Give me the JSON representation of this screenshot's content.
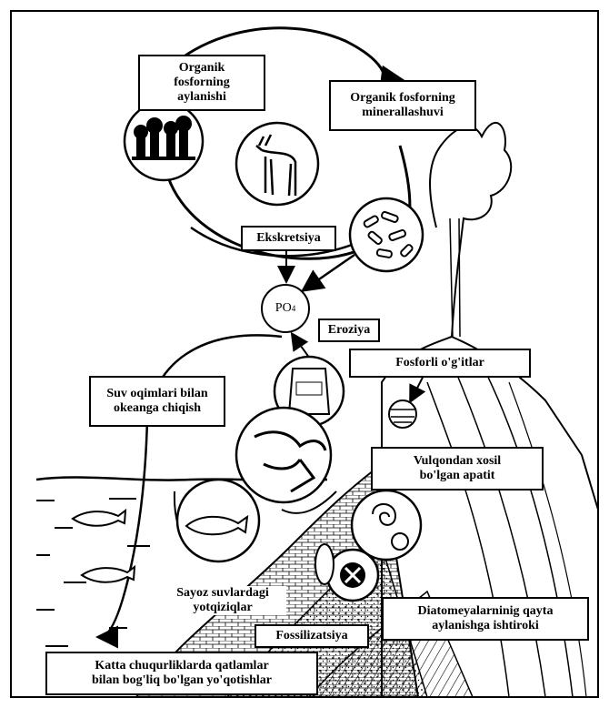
{
  "labels": {
    "organic_cycle": [
      "Organik",
      "fosforning",
      "aylanishi"
    ],
    "mineralization": [
      "Organik fosforning",
      "minerallashuvi"
    ],
    "excretion": "Ekskretsiya",
    "phosphate": "PO",
    "phosphate_sub": "4",
    "erosion": "Eroziya",
    "fertilizers": "Fosforli o'g'itlar",
    "to_ocean": [
      "Suv oqimlari bilan",
      "okeanga chiqish"
    ],
    "volcanic": [
      "Vulqondan xosil",
      "bo'lgan apatit"
    ],
    "shallow": [
      "Sayoz suvlardagi",
      "yotqiziqlar"
    ],
    "diatoms": [
      "Diatomeyalarninig qayta",
      "aylanishga ishtiroki"
    ],
    "fossilization": "Fossilizatsiya",
    "deep_losses": [
      "Katta chuqurliklarda qatlamlar",
      "bilan bog'liq bo'lgan yo'qotishlar"
    ]
  },
  "icons": [
    "trees-icon",
    "deer-icon",
    "bacteria-icon",
    "fertilizer-sack-icon",
    "bird-icon",
    "fish-icon",
    "fossil-icon",
    "diatom-icon",
    "apatite-icon",
    "volcano-icon"
  ]
}
